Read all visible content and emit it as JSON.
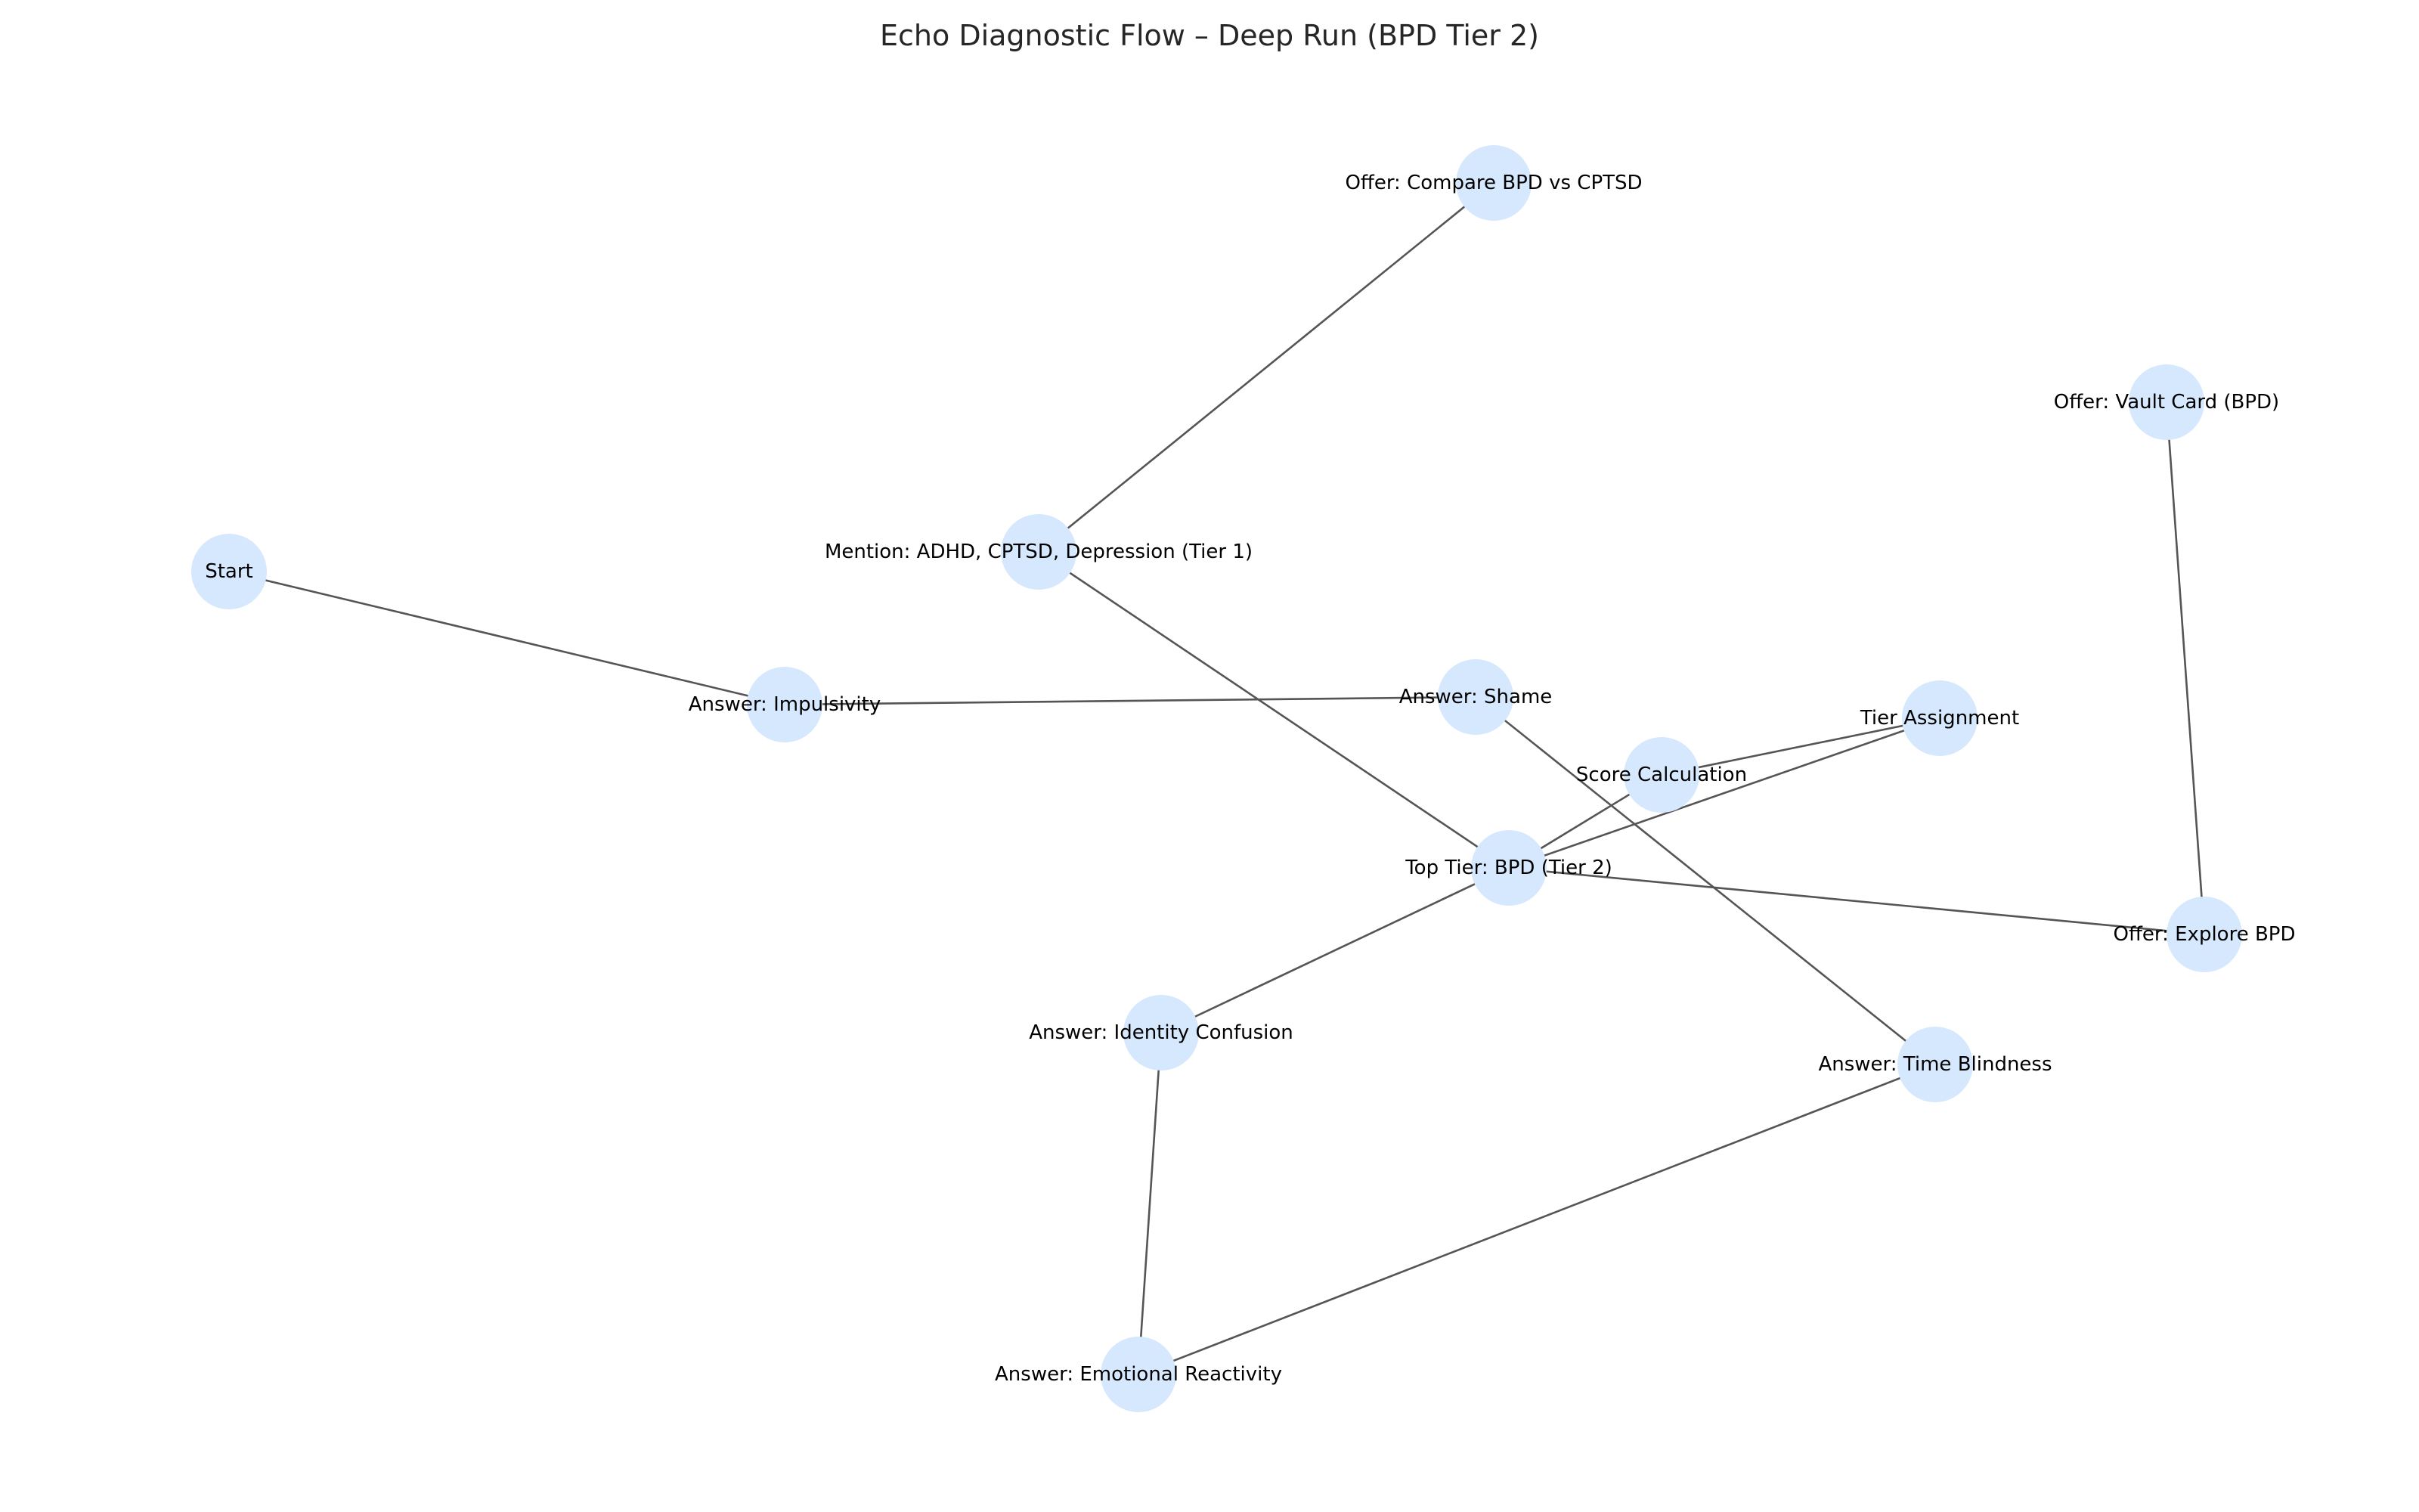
{
  "diagram": {
    "title": "Echo Diagnostic Flow – Deep Run (BPD Tier 2)",
    "node_color": "#d6e8fd",
    "edge_color": "#555555",
    "nodes": [
      {
        "id": "start",
        "label": "Start"
      },
      {
        "id": "impulsivity",
        "label": "Answer: Impulsivity"
      },
      {
        "id": "shame",
        "label": "Answer: Shame"
      },
      {
        "id": "time_blindness",
        "label": "Answer: Time Blindness"
      },
      {
        "id": "emotional_reactivity",
        "label": "Answer: Emotional Reactivity"
      },
      {
        "id": "identity_confusion",
        "label": "Answer: Identity Confusion"
      },
      {
        "id": "top_tier",
        "label": "Top Tier: BPD (Tier 2)"
      },
      {
        "id": "score_calc",
        "label": "Score Calculation"
      },
      {
        "id": "tier_assignment",
        "label": "Tier Assignment"
      },
      {
        "id": "explore_bpd",
        "label": "Offer: Explore BPD"
      },
      {
        "id": "vault_card",
        "label": "Offer: Vault Card (BPD)"
      },
      {
        "id": "mention",
        "label": "Mention: ADHD, CPTSD, Depression (Tier 1)"
      },
      {
        "id": "compare",
        "label": "Offer: Compare BPD vs CPTSD"
      }
    ],
    "edges": [
      {
        "from": "start",
        "to": "impulsivity"
      },
      {
        "from": "impulsivity",
        "to": "shame"
      },
      {
        "from": "shame",
        "to": "time_blindness"
      },
      {
        "from": "time_blindness",
        "to": "emotional_reactivity"
      },
      {
        "from": "emotional_reactivity",
        "to": "identity_confusion"
      },
      {
        "from": "identity_confusion",
        "to": "top_tier"
      },
      {
        "from": "top_tier",
        "to": "score_calc"
      },
      {
        "from": "top_tier",
        "to": "tier_assignment"
      },
      {
        "from": "score_calc",
        "to": "tier_assignment"
      },
      {
        "from": "top_tier",
        "to": "explore_bpd"
      },
      {
        "from": "explore_bpd",
        "to": "vault_card"
      },
      {
        "from": "top_tier",
        "to": "mention"
      },
      {
        "from": "mention",
        "to": "compare"
      }
    ]
  }
}
